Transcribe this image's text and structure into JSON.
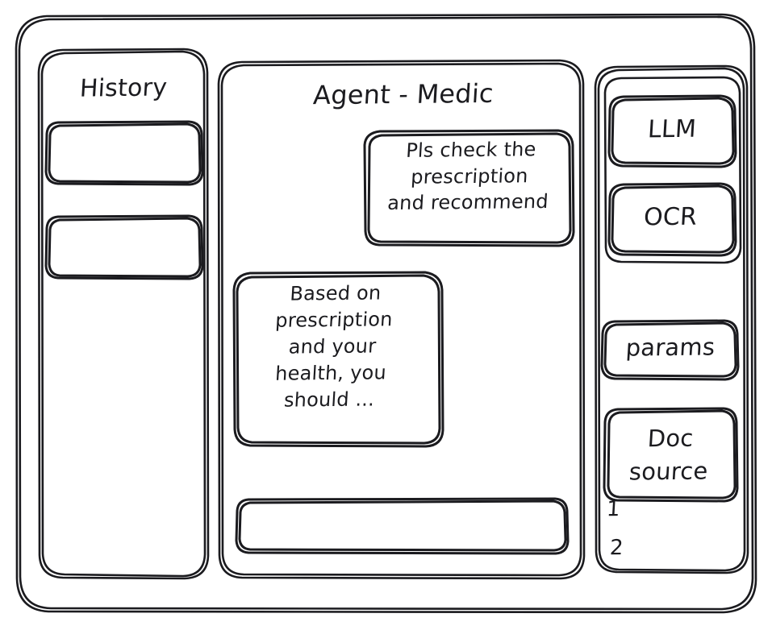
{
  "window": {
    "frame_label": "app-window"
  },
  "sidebar_left": {
    "title": "History",
    "items": [
      {
        "label": ""
      },
      {
        "label": ""
      }
    ]
  },
  "main": {
    "title": "Agent - Medic",
    "messages": [
      {
        "role": "user",
        "text": "Pls check the\nprescription\nand recommend"
      },
      {
        "role": "assistant",
        "text": "Based on\nprescription\nand your\nhealth, you\nshould ..."
      }
    ],
    "composer": {
      "value": "",
      "placeholder": ""
    }
  },
  "sidebar_right": {
    "tools": [
      {
        "label": "LLM"
      },
      {
        "label": "OCR"
      }
    ],
    "params": {
      "label": "params"
    },
    "doc_source": {
      "label": "Doc\nsource",
      "items": [
        {
          "label": "1"
        },
        {
          "label": "2"
        }
      ]
    }
  },
  "style": {
    "stroke": "#1b1b1f",
    "background": "#ffffff"
  }
}
